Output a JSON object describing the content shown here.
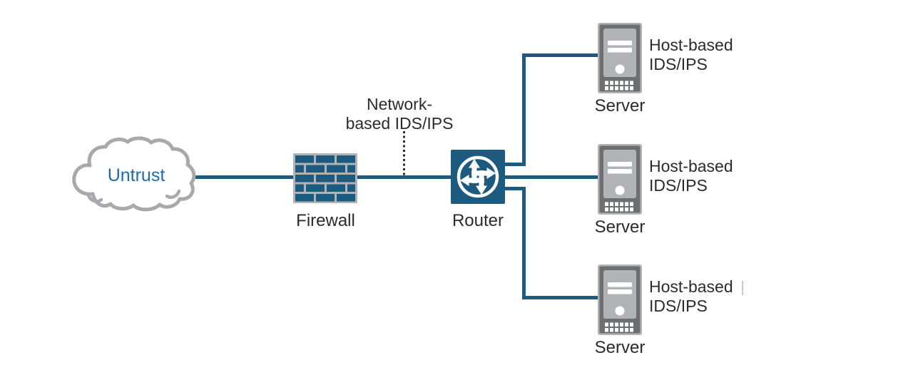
{
  "diagram": {
    "type": "network-security-topology",
    "colors": {
      "line_blue": "#1d5a80",
      "untrust_blue": "#1b6cb3",
      "cloud_gray": "#a7a9ac",
      "server_frame": "#6d6e71",
      "server_body": "#b1b3b6",
      "text_dark": "#2b2b2b",
      "bg": "#ffffff",
      "artifact_gray": "#c8c8c8"
    },
    "untrust_cloud": {
      "label": "Untrust",
      "icon": "cloud-icon"
    },
    "firewall": {
      "label": "Firewall",
      "icon": "firewall-brick-icon"
    },
    "router": {
      "label": "Router",
      "icon": "router-arrows-icon"
    },
    "network_ids_annotation": {
      "line1": "Network-",
      "line2": "based IDS/IPS"
    },
    "servers": [
      {
        "label": "Server",
        "icon": "server-tower-icon",
        "annotation": {
          "line1": "Host-based",
          "line2": "IDS/IPS"
        }
      },
      {
        "label": "Server",
        "icon": "server-tower-icon",
        "annotation": {
          "line1": "Host-based",
          "line2": "IDS/IPS"
        }
      },
      {
        "label": "Server",
        "icon": "server-tower-icon",
        "annotation": {
          "line1": "Host-based",
          "line2": "IDS/IPS"
        }
      }
    ]
  }
}
